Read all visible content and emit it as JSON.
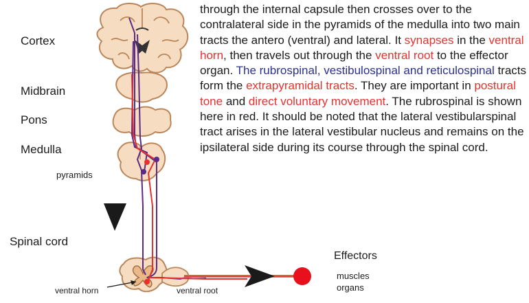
{
  "labels": {
    "cortex": "Cortex",
    "midbrain": "Midbrain",
    "pons": "Pons",
    "medulla": "Medulla",
    "pyramids": "pyramids",
    "spinal_cord": "Spinal cord",
    "ventral_horn": "ventral horn",
    "ventral_root": "ventral root",
    "effectors": "Effectors",
    "muscles": "muscles",
    "organs": "organs"
  },
  "description": {
    "s1": "through the internal capsule then crosses over to the contralateral side in the pyramids of the medulla into two main tracts the antero (ventral) and lateral. It ",
    "s2": "synapses",
    "s3": " in the ",
    "s4": "ventral horn",
    "s5": ", then travels out through the ",
    "s6": "ventral root",
    "s7": " to the effector organ. ",
    "s8": "The rubrospinal, vestibulospinal and reticulospinal",
    "s9": " tracts form the ",
    "s10": "extrapyramidal tracts",
    "s11": ". They are important in ",
    "s12": "postural tone",
    "s13": " and ",
    "s14": "direct voluntary movement",
    "s15": ". The rubrospinal is shown here in red. It should be noted that the lateral vestibularspinal tract arises in the lateral vestibular nucleus and remains on the ipsilateral side during its course through the spinal cord."
  },
  "colors": {
    "tissue_fill": "#f6dcc0",
    "tissue_stroke": "#b8865a",
    "pyramidal_tract": "#5b2a86",
    "rubrospinal_tract": "#e8312f",
    "effector": "#e8101c",
    "arrow": "#1a1a1a",
    "highlight_red": "#e8312f",
    "highlight_blue": "#2b2f8f"
  }
}
